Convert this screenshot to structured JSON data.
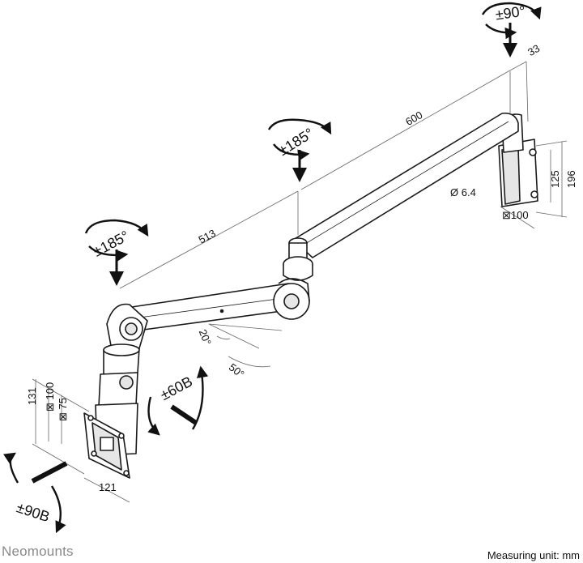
{
  "brand": {
    "name": "Neomounts"
  },
  "footer": {
    "unit_label": "Measuring unit: mm"
  },
  "dimensions": {
    "arm_outer_length": "600",
    "arm_inner_length": "513",
    "wall_offset": "33",
    "wall_plate_height_outer": "196",
    "wall_plate_height_inner": "125",
    "wall_hole_diameter": "Ø 6.4",
    "wall_vesa": "⊠100",
    "head_plate_height": "131",
    "head_vesa_large": "⊠ 100",
    "head_vesa_small": "⊠ 75",
    "head_plate_width": "121"
  },
  "angles": {
    "wall_swivel": "±90°",
    "middle_swivel": "±185°",
    "front_swivel": "±185°",
    "tilt": "±60B",
    "rotation": "±90B",
    "lower_arm_angle": "20°",
    "lower_arm_range": "50°"
  },
  "colors": {
    "line": "#1a1a1a",
    "dim_line": "#555555",
    "fill": "#ffffff",
    "shade": "#e6e6e6"
  }
}
